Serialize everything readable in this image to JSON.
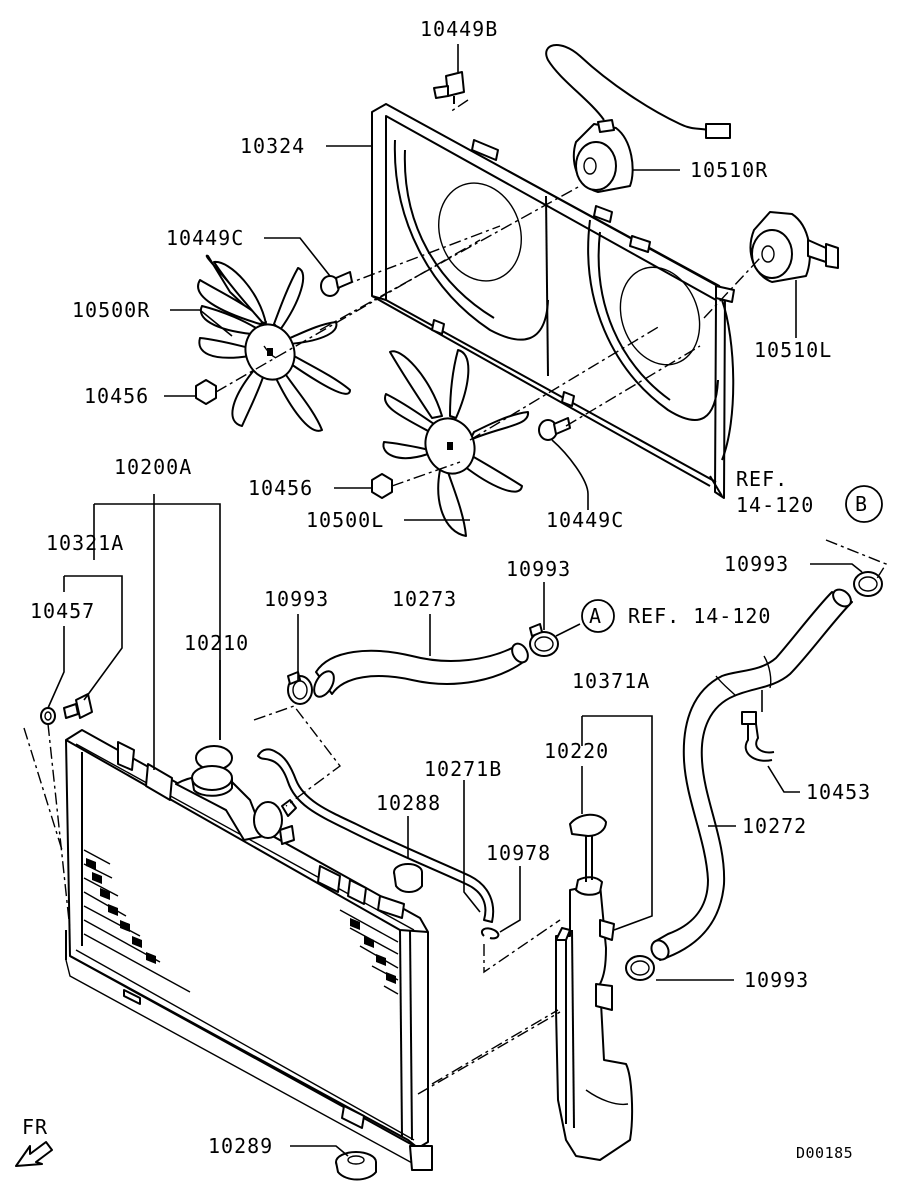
{
  "diagram_code": "D00185",
  "direction_label": "FR",
  "callouts": {
    "a": "A",
    "b": "B"
  },
  "references": {
    "ref_a": "REF. 14-120",
    "ref_frame_line1": "REF.",
    "ref_frame_line2": "14-120"
  },
  "parts": {
    "p10449b": "10449B",
    "p10324": "10324",
    "p10510r": "10510R",
    "p10449c_top": "10449C",
    "p10500r": "10500R",
    "p10510l": "10510L",
    "p10456_top": "10456",
    "p10456_bottom": "10456",
    "p10500l": "10500L",
    "p10449c_bottom": "10449C",
    "p10200a": "10200A",
    "p10321a": "10321A",
    "p10457": "10457",
    "p10210": "10210",
    "p10993_left": "10993",
    "p10273": "10273",
    "p10993_mid": "10993",
    "p10993_right": "10993",
    "p10371a": "10371A",
    "p10220": "10220",
    "p10271b": "10271B",
    "p10288": "10288",
    "p10978": "10978",
    "p10453": "10453",
    "p10272": "10272",
    "p10993_bottom": "10993",
    "p10289": "10289"
  }
}
